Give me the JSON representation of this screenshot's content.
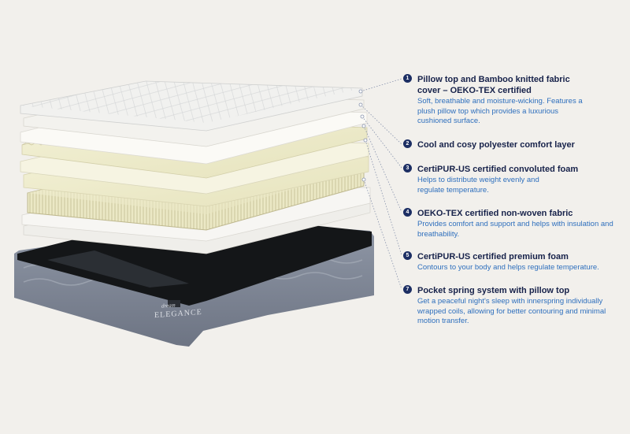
{
  "brand": {
    "small": "dream",
    "main": "ELEGANCE"
  },
  "features": [
    {
      "num": "1",
      "title": "Pillow top and Bamboo knitted fabric cover – OEKO-TEX certified",
      "desc": "Soft, breathable and moisture-wicking. Features a plush pillow top which provides a luxurious cushioned surface."
    },
    {
      "num": "2",
      "title": "Cool and cosy polyester comfort layer",
      "desc": ""
    },
    {
      "num": "3",
      "title": "CertiPUR-US certified convoluted foam",
      "desc": "Helps to distribute weight evenly and regulate temperature."
    },
    {
      "num": "4",
      "title": "OEKO-TEX certified non-woven fabric",
      "desc": "Provides comfort and support and helps with insulation and breathability."
    },
    {
      "num": "5",
      "title": "CertiPUR-US certified premium foam",
      "desc": "Contours to your body and helps regulate temperature."
    },
    {
      "num": "7",
      "title": "Pocket spring system with pillow top",
      "desc": "Get a peaceful night's sleep with innerspring individually wrapped coils, allowing for better contouring and minimal motion transfer."
    }
  ],
  "colors": {
    "badge": "#1c2e63",
    "title": "#17224a",
    "desc": "#2e6fbd",
    "background": "#f2f0ec"
  }
}
